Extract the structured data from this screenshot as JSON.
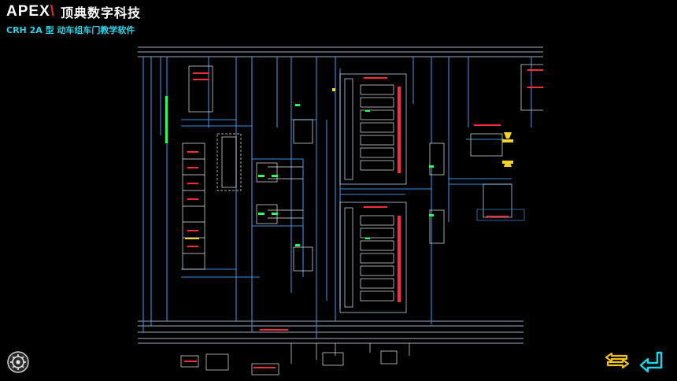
{
  "header": {
    "logo_text": "APEX",
    "company_name": "顶典数字科技",
    "course_title": "CRH 2A 型 动车组车门教学软件"
  },
  "diagram": {
    "description_label": "door-control-circuit-schematic"
  },
  "controls": {
    "settings_icon": "gear-circle-icon",
    "swap_icon": "swap-arrows-icon",
    "back_icon": "return-arrow-icon"
  },
  "colors": {
    "background": "#000000",
    "subtitle": "#29d3e8",
    "wire_main": "#3b8fd6",
    "wire_light": "#cfe8ff",
    "component": "#e9e9e9",
    "highlight_red": "#ff2a3a",
    "highlight_green": "#2bff5a",
    "accent_yellow": "#f2d32a",
    "swap_icon": "#f2c21c",
    "back_icon": "#19d7ea"
  }
}
